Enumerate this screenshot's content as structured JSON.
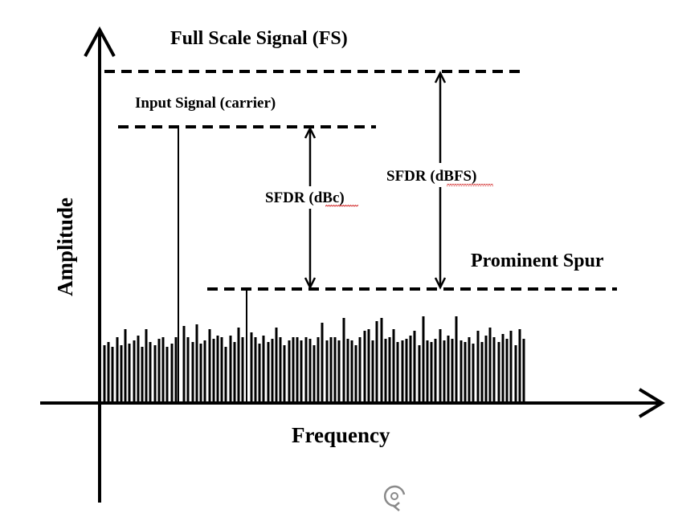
{
  "labels": {
    "full_scale": "Full Scale Signal (FS)",
    "input_signal": "Input Signal (carrier)",
    "sfdr_dbc_prefix": "SFDR (",
    "sfdr_dbc_unit": "dBc",
    "sfdr_dbc_suffix": ")",
    "sfdr_dbfs_prefix": "SFDR (",
    "sfdr_dbfs_unit": "dBFS",
    "sfdr_dbfs_suffix": ")",
    "prominent_spur": "Prominent Spur",
    "y_axis": "Amplitude",
    "x_axis": "Frequency"
  },
  "colors": {
    "ink": "#000000",
    "spellcheck_underline": "#d02020",
    "background": "#ffffff"
  },
  "icons": {
    "watermark": "refresh-arrow-icon"
  }
}
